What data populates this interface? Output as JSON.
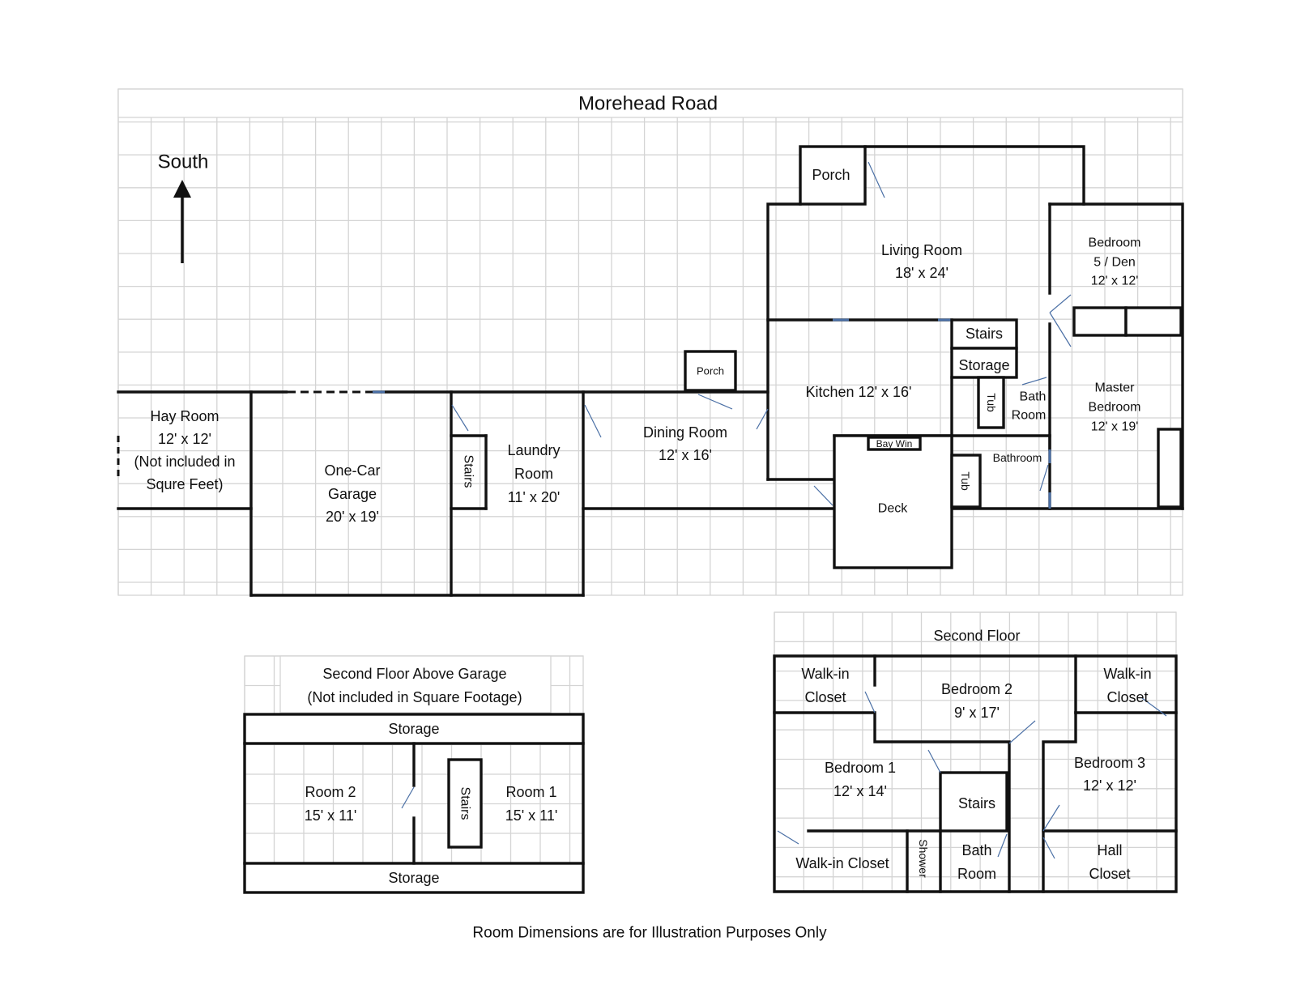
{
  "main_plan": {
    "road": "Morehead Road",
    "compass": "South",
    "rooms": {
      "porch_front": "Porch",
      "living_room": [
        "Living Room",
        "18' x 24'"
      ],
      "bedroom5": [
        "Bedroom",
        "5 / Den",
        "12' x 12'"
      ],
      "stairs": "Stairs",
      "storage": "Storage",
      "kitchen": "Kitchen 12' x 16'",
      "tub1": "Tub",
      "bath_room": [
        "Bath",
        "Room"
      ],
      "master_bedroom": [
        "Master",
        "Bedroom",
        "12' x 19'"
      ],
      "bay_win": "Bay Win",
      "bathroom": "Bathroom",
      "tub2": "Tub",
      "deck": "Deck",
      "porch_small": "Porch",
      "dining_room": [
        "Dining Room",
        "12' x 16'"
      ],
      "laundry_room": [
        "Laundry",
        "Room",
        "11' x 20'"
      ],
      "stairs_laundry": "Stairs",
      "garage": [
        "One-Car",
        "Garage",
        "20' x 19'"
      ],
      "hay_room": [
        "Hay Room",
        "12' x 12'",
        "(Not included in",
        "Squre Feet)"
      ]
    }
  },
  "garage_second_floor": {
    "title": [
      "Second Floor Above Garage",
      "(Not included in Square Footage)"
    ],
    "storage_top": "Storage",
    "storage_bottom": "Storage",
    "room2": [
      "Room 2",
      "15' x 11'"
    ],
    "stairs": "Stairs",
    "room1": [
      "Room 1",
      "15' x 11'"
    ]
  },
  "second_floor": {
    "title": "Second Floor",
    "walkin_left": [
      "Walk-in",
      "Closet"
    ],
    "bedroom2": [
      "Bedroom 2",
      "9' x 17'"
    ],
    "walkin_right": [
      "Walk-in",
      "Closet"
    ],
    "bedroom1": [
      "Bedroom 1",
      "12' x 14'"
    ],
    "stairs": "Stairs",
    "bedroom3": [
      "Bedroom 3",
      "12' x 12'"
    ],
    "walkin_bottom": "Walk-in Closet",
    "shower": "Shower",
    "bath_room": [
      "Bath",
      "Room"
    ],
    "hall_closet": [
      "Hall",
      "Closet"
    ]
  },
  "footer": "Room Dimensions are for Illustration Purposes Only"
}
